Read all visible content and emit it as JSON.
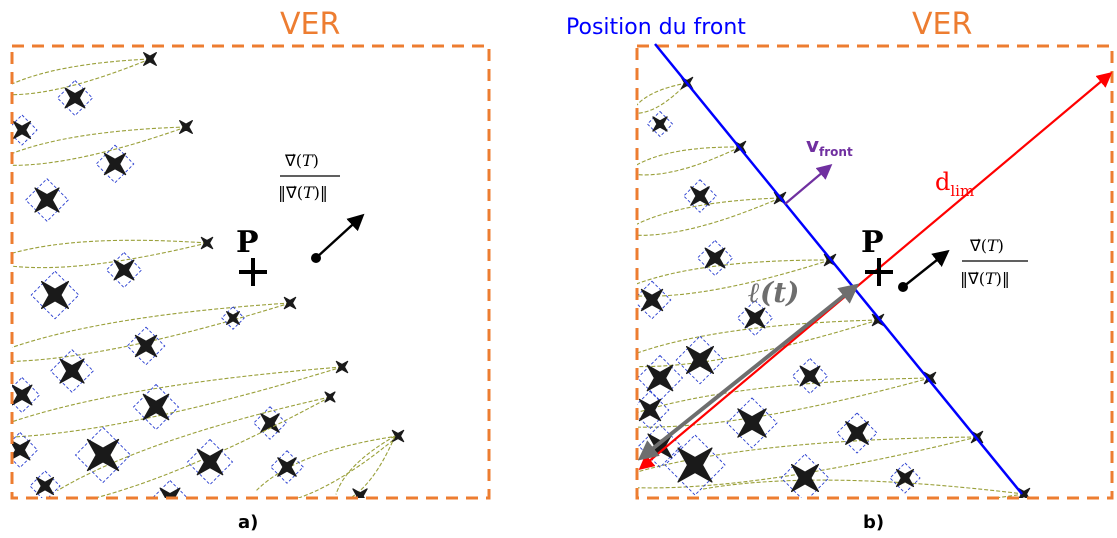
{
  "panel_a": {
    "ver_label": "VER",
    "caption": "a)",
    "point_label": "P",
    "grad_num": "∇⃗(",
    "grad_den": "‖∇⃗(",
    "grad_var": "T",
    "grad_close": ")",
    "grad_den_close": ")‖"
  },
  "panel_b": {
    "ver_label": "VER",
    "caption": "b)",
    "front_label": "Position du front",
    "point_label": "P",
    "v_front": "v",
    "v_front_sub": "front",
    "d_lim": "d",
    "d_lim_sub": "lim",
    "ell_label": "ℓ(t)",
    "grad_num": "∇⃗(",
    "grad_den": "‖∇⃗(",
    "grad_var": "T",
    "grad_close": ")",
    "grad_den_close": ")‖"
  },
  "colors": {
    "ver_box": "#ed7d31",
    "front_line": "#0000ff",
    "d_lim_arrow": "#ff0000",
    "v_front_arrow": "#7030a0",
    "ell_arrow": "#6e6e6e",
    "grain_outline": "#9aa03a",
    "cross": "#1a1a1a",
    "diamond": "#2a3fd0"
  }
}
